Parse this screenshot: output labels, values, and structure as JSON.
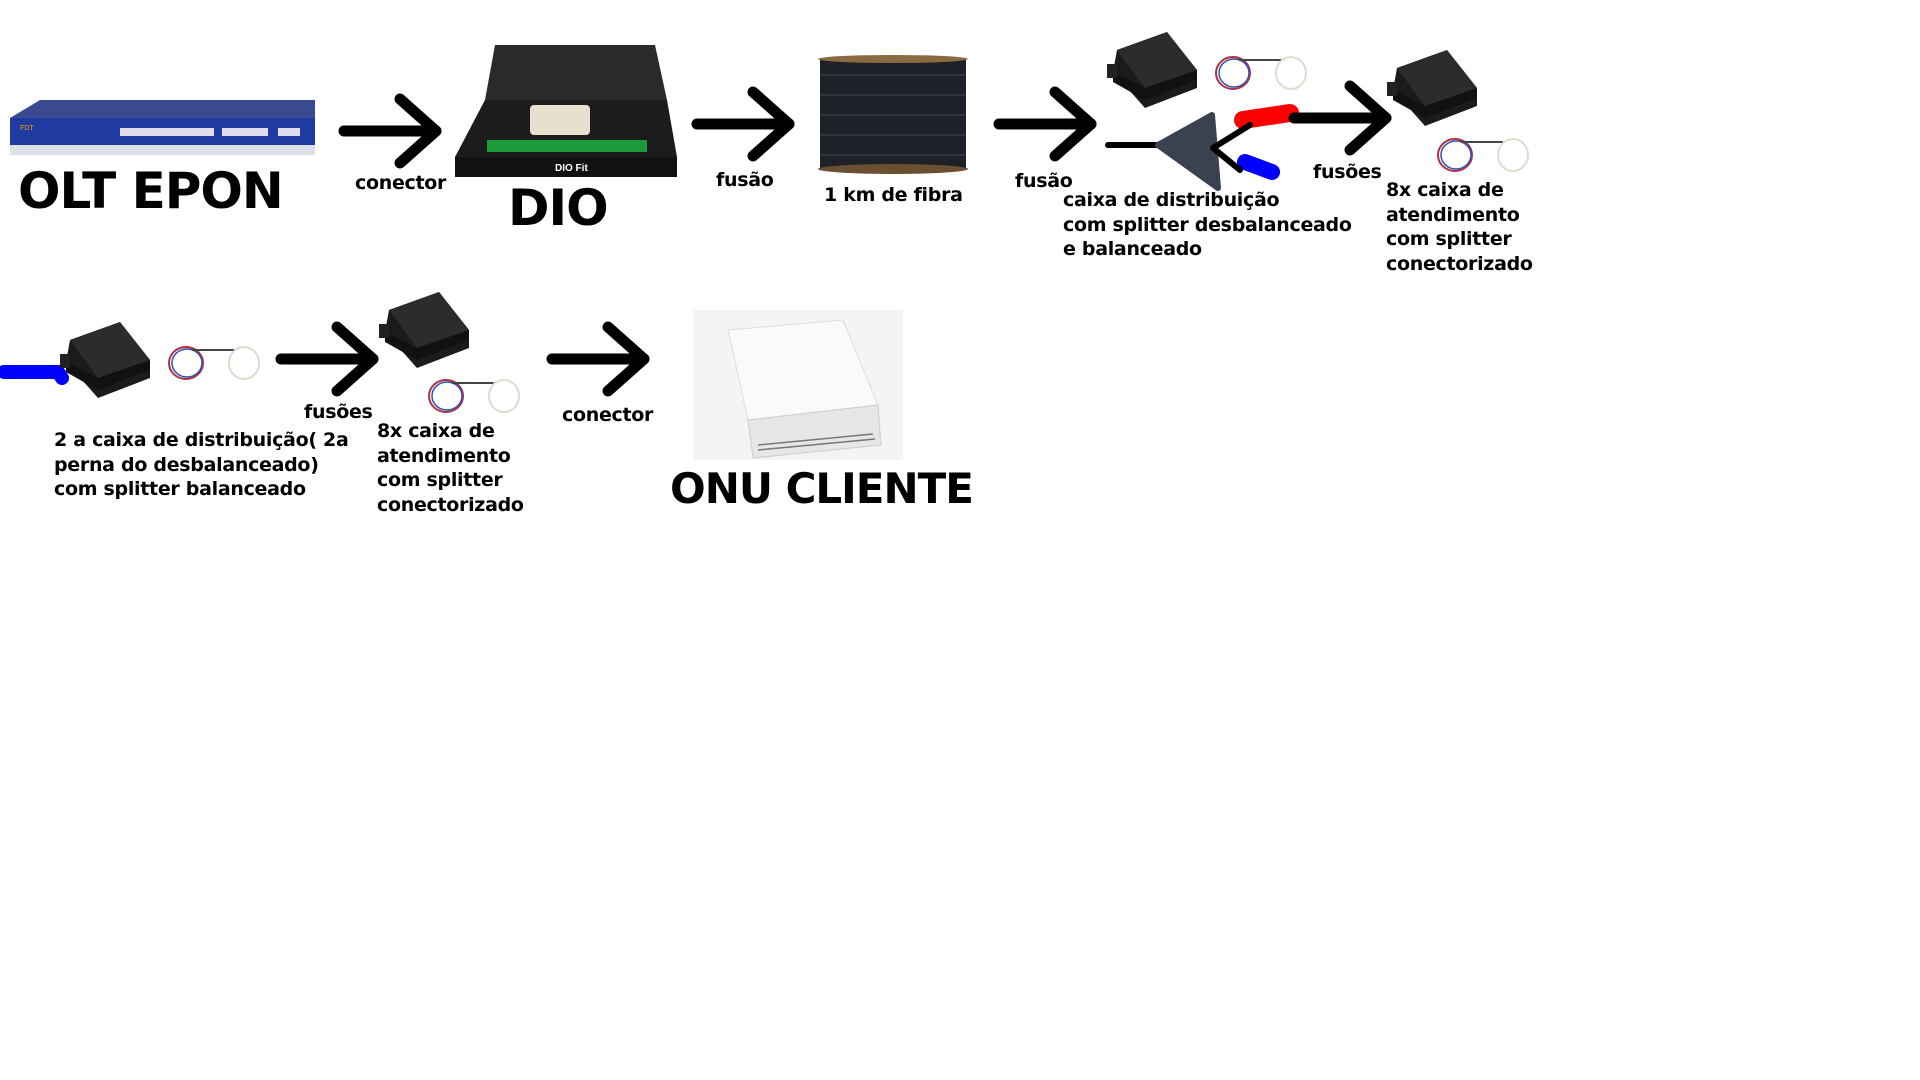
{
  "stages": {
    "olt": {
      "title": "OLT EPON",
      "icon": "olt-device-icon"
    },
    "dio": {
      "title": "DIO",
      "icon": "dio-panel-icon"
    },
    "fiber": {
      "label": "1 km de fibra",
      "icon": "fiber-reel-icon"
    },
    "distribution_box": {
      "lines": [
        "caixa de distribuição",
        "com splitter desbalanceado",
        "e balanceado"
      ]
    },
    "service_box_1": {
      "lines": [
        "8x caixa de",
        "atendimento",
        "com splitter",
        "conectorizado"
      ]
    },
    "distribution_box_2": {
      "lines": [
        "2 a caixa de distribuição( 2a",
        "perna do desbalanceado)",
        "com splitter balanceado"
      ]
    },
    "service_box_2": {
      "lines": [
        "8x caixa de",
        "atendimento",
        "com splitter",
        "conectorizado"
      ]
    },
    "onu": {
      "title": "ONU CLIENTE",
      "icon": "onu-router-icon"
    }
  },
  "arrows": {
    "a1": "conector",
    "a2": "fusão",
    "a3": "fusão",
    "a4": "fusões",
    "a5": "fusões",
    "a6": "conector"
  },
  "colors": {
    "red_mark": "#ff0000",
    "blue_mark": "#0000ff",
    "triangle": "#3a4150"
  }
}
